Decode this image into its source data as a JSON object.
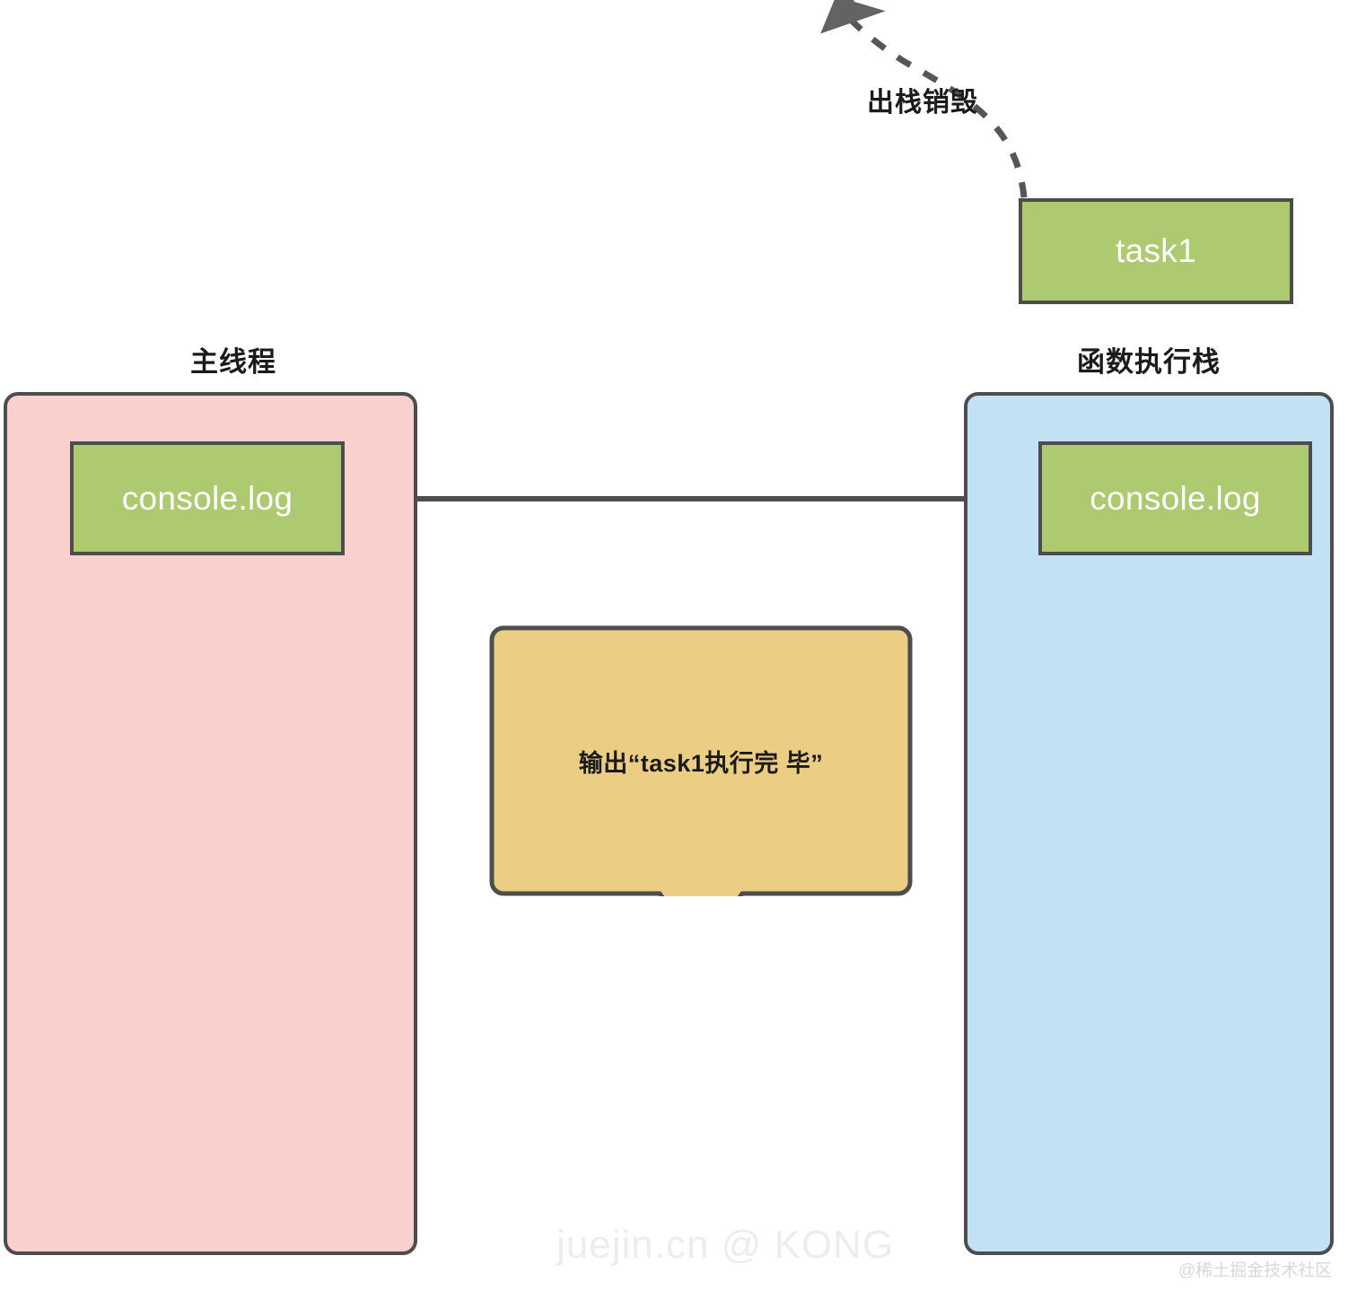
{
  "diagram": {
    "title_main_thread": "主线程",
    "title_call_stack": "函数执行栈",
    "pop_destroy_label": "出栈销毁",
    "boxes": {
      "console_log_main": "console.log",
      "console_log_stack": "console.log",
      "task1": "task1"
    },
    "callout": {
      "line1": "输出“task1执行完",
      "line2": "毕”",
      "full_text": "输出“task1执行完毕”"
    },
    "watermarks": {
      "center": "juejin.cn @ KONG",
      "corner": "@稀土掘金技术社区"
    },
    "colors": {
      "main_thread_fill": "#F9D0CE",
      "call_stack_fill": "#C3E1F5",
      "function_box_fill": "#AECA70",
      "callout_fill": "#EBCE84",
      "stroke": "#4D4D4D",
      "text_dark": "#1B1B1B",
      "text_light": "#FFFFFF",
      "watermark": "#EDEDED"
    }
  }
}
